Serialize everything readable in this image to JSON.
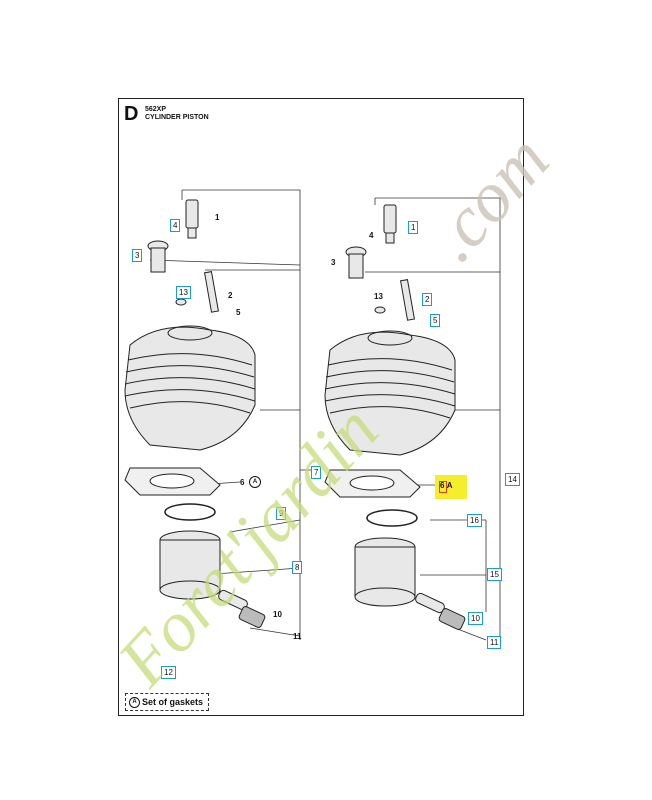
{
  "section": {
    "letter": "D",
    "model": "562XP",
    "title": "CYLINDER PISTON"
  },
  "labels_left": {
    "n1": "1",
    "n2": "2",
    "n3": "3",
    "n4": "4",
    "n5": "5",
    "n6": "6",
    "n7": "7",
    "n8": "8",
    "n9": "9",
    "n10": "10",
    "n11": "11",
    "n12": "12",
    "n13": "13"
  },
  "labels_right": {
    "n1": "1",
    "n2": "2",
    "n3": "3",
    "n4": "4",
    "n5": "5",
    "n6": "6",
    "n10": "10",
    "n11": "11",
    "n13": "13",
    "n14": "14",
    "n15": "15",
    "n16": "16"
  },
  "gasket_marker": "A",
  "legend": {
    "marker": "A",
    "text": "Set of gaskets"
  },
  "watermark": {
    "text_green": "Foret'jardin",
    "text_grey": ".com"
  },
  "colors": {
    "callout_border": "#19a0c8",
    "highlight": "#f5ee2a",
    "watermark_green": "#c6dc7a",
    "watermark_grey": "#c9c2b6"
  }
}
